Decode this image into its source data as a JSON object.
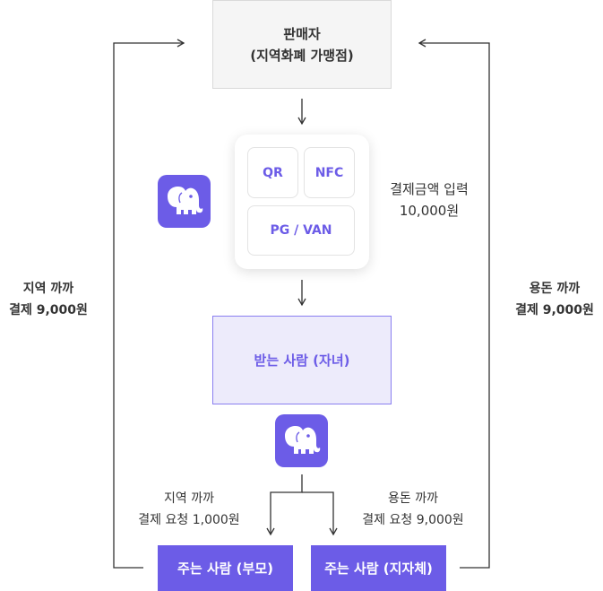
{
  "seller": {
    "line1": "판매자",
    "line2": "(지역화폐 가맹점)"
  },
  "terminal": {
    "qr": "QR",
    "nfc": "NFC",
    "pg_van": "PG / VAN"
  },
  "amount_label": {
    "line1": "결제금액 입력",
    "line2": "10,000원"
  },
  "receiver": {
    "label": "받는 사람 (자녀)"
  },
  "giver_parent": {
    "label": "주는 사람 (부모)"
  },
  "giver_gov": {
    "label": "주는 사람 (지자체)"
  },
  "left_side": {
    "line1": "지역 까까",
    "line2": "결제 9,000원"
  },
  "right_side": {
    "line1": "용돈 까까",
    "line2": "결제 9,000원"
  },
  "request_left": {
    "line1": "지역 까까",
    "line2": "결제 요청 1,000원"
  },
  "request_right": {
    "line1": "용돈 까까",
    "line2": "결제 요청 9,000원"
  },
  "icons": {
    "app_icon": "elephant-icon"
  },
  "colors": {
    "accent": "#6c5ce7",
    "receiver_bg": "#edebfb",
    "seller_bg": "#f5f5f5",
    "line": "#333333"
  }
}
